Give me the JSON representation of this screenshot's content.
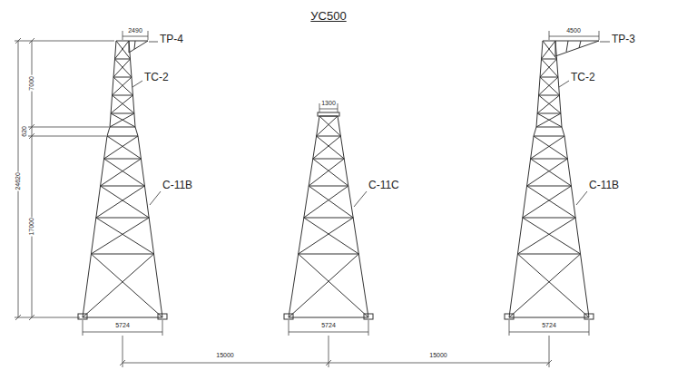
{
  "diagram": {
    "title": "УС500",
    "labels": [
      "ТР-4",
      "ТР-3",
      "2490",
      "4500",
      "1300",
      "ТС-2",
      "ТС-2",
      "24620",
      "7000",
      "620",
      "С-11В",
      "С-11С",
      "С-11В",
      "17000",
      "5724",
      "5724",
      "5724",
      "15000",
      "15000"
    ]
  }
}
